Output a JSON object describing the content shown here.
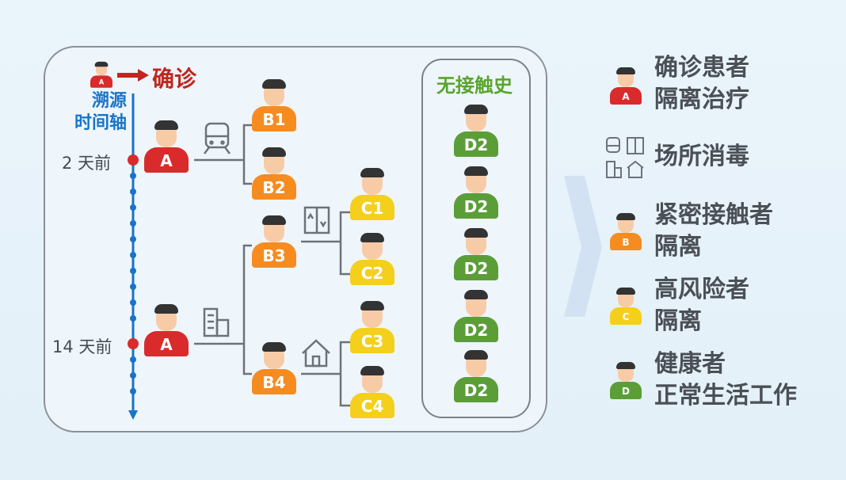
{
  "header": {
    "confirm_badge": "A",
    "confirm_label": "确诊"
  },
  "timeline": {
    "title_line1": "溯源",
    "title_line2": "时间轴",
    "label_2days": "2 天前",
    "label_14days": "14 天前"
  },
  "people": {
    "a_top": "A",
    "a_bottom": "A",
    "b1": "B1",
    "b2": "B2",
    "b3": "B3",
    "b4": "B4",
    "c1": "C1",
    "c2": "C2",
    "c3": "C3",
    "c4": "C4",
    "d": [
      "D2",
      "D2",
      "D2",
      "D2",
      "D2"
    ]
  },
  "no_contact": {
    "title": "无接触史"
  },
  "legend": {
    "confirmed": {
      "badge": "A",
      "line1": "确诊患者",
      "line2": "隔离治疗"
    },
    "disinfect": {
      "line1": "场所消毒"
    },
    "close_contact": {
      "badge": "B",
      "line1": "紧密接触者",
      "line2": "隔离"
    },
    "high_risk": {
      "badge": "C",
      "line1": "高风险者",
      "line2": "隔离"
    },
    "healthy": {
      "badge": "D",
      "line1": "健康者",
      "line2": "正常生活工作"
    }
  },
  "colors": {
    "confirmed": "#d92b2b",
    "close": "#f68c1f",
    "risk": "#f4cf1c",
    "healthy": "#5b9e38",
    "timeline": "#1a73c8"
  }
}
